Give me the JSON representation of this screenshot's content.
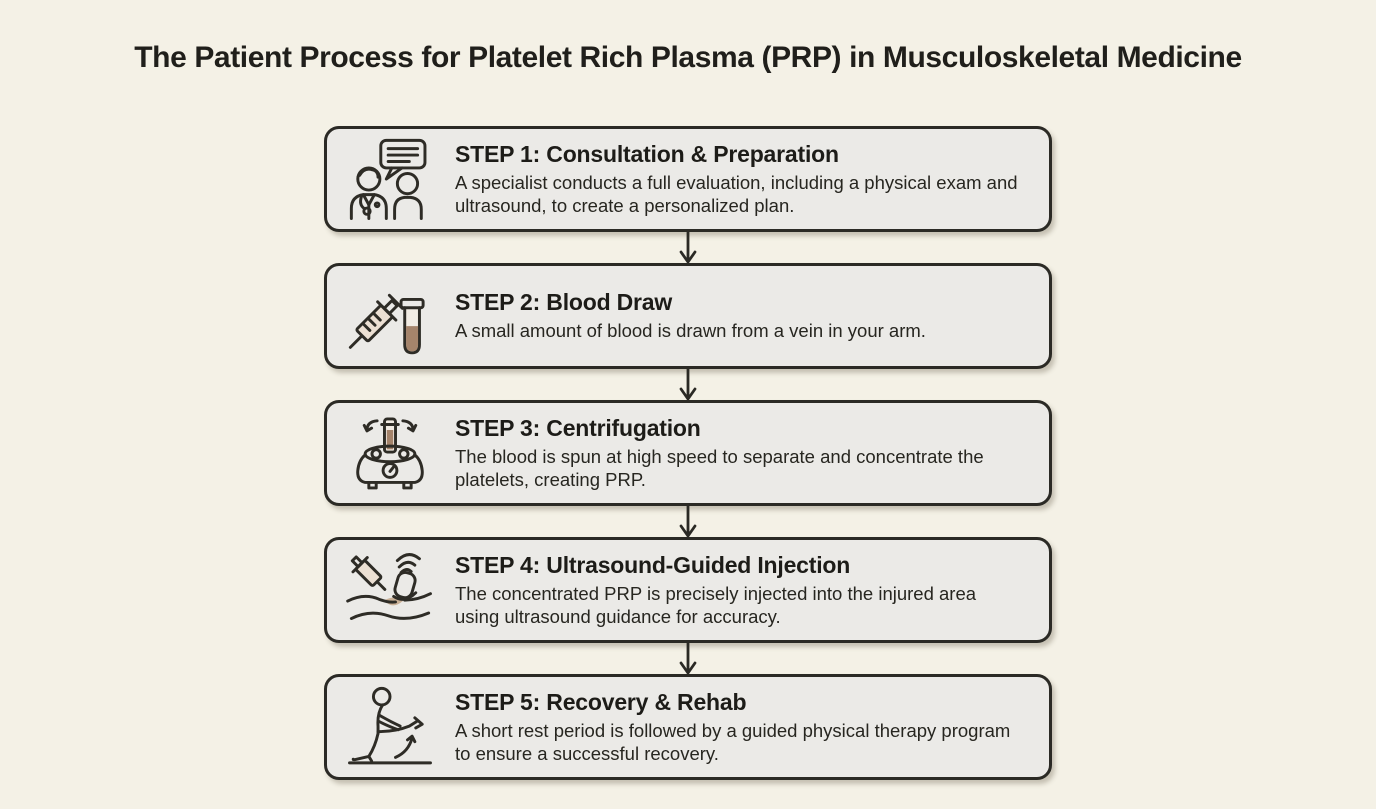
{
  "title": "The Patient Process for Platelet Rich Plasma (PRP) in Musculoskeletal Medicine",
  "colors": {
    "background": "#f4f1e6",
    "box_fill": "#ebeae7",
    "box_border": "#2b2a25",
    "text_dark": "#1d1c18",
    "blood_brown": "#a5846b",
    "syringe_beige": "#ece0d3",
    "tissue_tan": "#c9b096"
  },
  "flow": {
    "arrow_icon": "down-arrow-icon"
  },
  "steps": [
    {
      "icon": "doctor-patient-consultation-icon",
      "title": "STEP 1: Consultation & Preparation",
      "description": "A specialist conducts a full evaluation, including a physical exam and ultrasound, to create a personalized plan."
    },
    {
      "icon": "syringe-blood-vial-icon",
      "title": "STEP 2: Blood Draw",
      "description": "A small amount of blood is drawn from a vein in your arm."
    },
    {
      "icon": "centrifuge-icon",
      "title": "STEP 3: Centrifugation",
      "description": "The blood is spun at high speed to separate and concentrate the platelets, creating PRP."
    },
    {
      "icon": "ultrasound-probe-injection-icon",
      "title": "STEP 4: Ultrasound-Guided Injection",
      "description": "The concentrated PRP is precisely injected into the injured area using ultrasound guidance for accuracy."
    },
    {
      "icon": "physical-therapy-stretch-icon",
      "title": "STEP 5: Recovery & Rehab",
      "description": "A short rest period is followed by a guided physical therapy program to ensure a successful recovery."
    }
  ]
}
